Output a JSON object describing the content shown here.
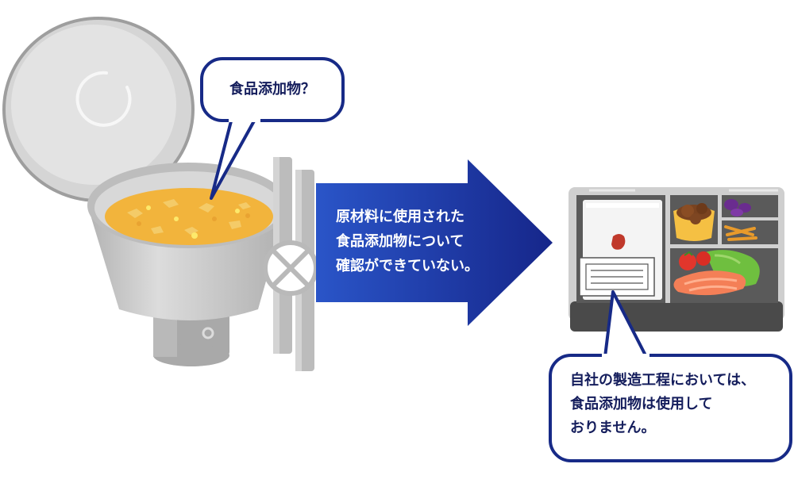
{
  "callouts": {
    "pot_question": "食品添加物？",
    "arrow_lines": [
      "原材料に使用された",
      "食品添加物について",
      "確認ができていない。"
    ],
    "bento_lines": [
      "自社の製造工程においては、",
      "食品添加物は使用して",
      "おりません。"
    ]
  },
  "colors": {
    "navy": "#172a87",
    "arrow_start": "#2a55c8",
    "arrow_end": "#16268a",
    "soup": "#f2b43c",
    "metal": "#c8c8c8"
  },
  "icons": {
    "blocked_valve": "circle-x-icon"
  }
}
